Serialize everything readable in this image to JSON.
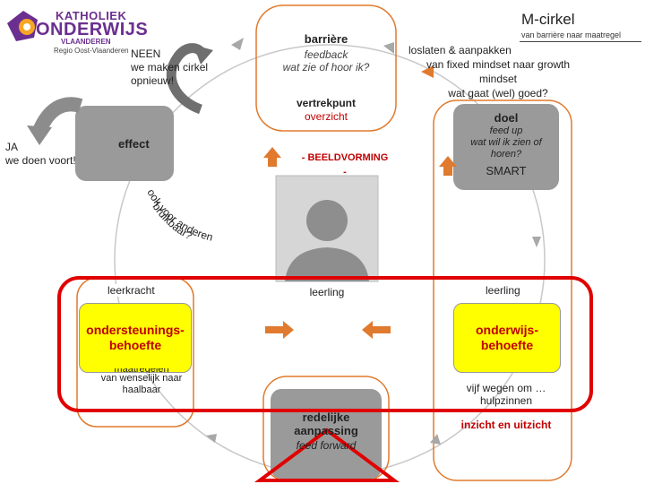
{
  "logo": {
    "line1": "KATHOLIEK",
    "line2": "ONDERWIJS",
    "line3": "VLAANDEREN",
    "region": "Regio Oost-Vlaanderen"
  },
  "title": {
    "main": "M-cirkel",
    "sub": "van barrière naar maatregel"
  },
  "barriere": {
    "title": "barrière",
    "line1": "feedback",
    "line2": "wat zie of hoor ik?"
  },
  "vertrekpunt": {
    "title": "vertrekpunt",
    "sub": "overzicht"
  },
  "neen": {
    "line1": "NEEN",
    "line2": "we maken cirkel",
    "line3": "opnieuw!"
  },
  "ja": {
    "line1": "JA",
    "line2": "we doen voort!"
  },
  "effect": "effect",
  "beeldvorming": {
    "text": "- BEELDVORMING",
    "dash": "-"
  },
  "loslaten": {
    "line1": "loslaten & aanpakken",
    "line2": "van fixed mindset naar growth",
    "line3": "mindset",
    "line4": "wat gaat (wel) goed?"
  },
  "doel": {
    "title": "doel",
    "line1": "feed up",
    "line2": "wat wil ik zien of",
    "line3": "horen?",
    "line4": "SMART"
  },
  "curved_text": {
    "line1": "ook voor anderen",
    "line2": "bruikbaar?"
  },
  "leerkracht": "leerkracht",
  "leerling_center": "leerling",
  "leerling_right": "leerling",
  "ondersteuning": {
    "line1": "ondersteunings-",
    "line2": "behoefte"
  },
  "onderwijs": {
    "line1": "onderwijs-",
    "line2": "behoefte"
  },
  "haalbaar": {
    "line0": "maatregelen",
    "line1": "van wenselijk naar",
    "line2": "haalbaar"
  },
  "vijf": {
    "line1": "vijf wegen om …",
    "line2": "hulpzinnen"
  },
  "redelijke": {
    "line1": "redelijke",
    "line2": "aanpassing",
    "line3": "feed forward"
  },
  "inzicht": "inzicht en uitzicht",
  "colors": {
    "orange": "#e07a2e",
    "accent_text": "#c00000",
    "highlight": "#ffff00",
    "frame": "#e00000",
    "box_gray": "#9a9a9a"
  }
}
